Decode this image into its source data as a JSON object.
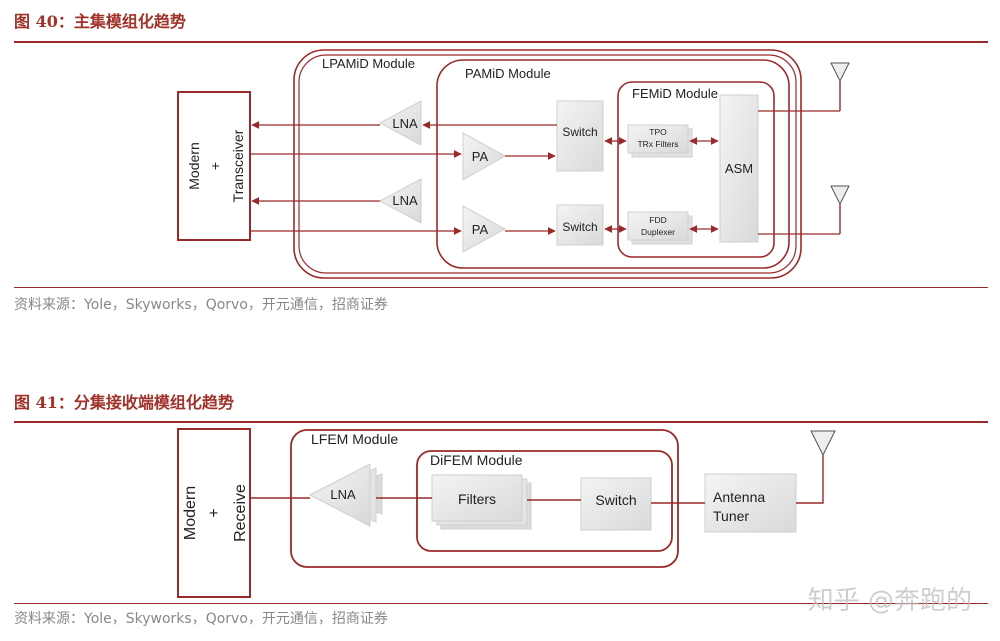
{
  "fig40": {
    "title": "图 40：主集模组化趋势",
    "transceiver_label_1": "Modern",
    "transceiver_label_2": "+",
    "transceiver_label_3": "Transceiver",
    "lpamid_label": "LPAMiD Module",
    "pamid_label": "PAMiD Module",
    "femid_label": "FEMiD Module",
    "lna_top": "LNA",
    "lna_bottom": "LNA",
    "pa_top": "PA",
    "pa_bottom": "PA",
    "switch_top": "Switch",
    "switch_bottom": "Switch",
    "tpo_line1": "TPO",
    "tpo_line2": "TRx Filters",
    "fdd_line1": "FDD",
    "fdd_line2": "Duplexer",
    "asm_label": "ASM",
    "source": "资料来源：Yole，Skyworks，Qorvo，开元通信，招商证券"
  },
  "fig41": {
    "title": "图 41：分集接收端模组化趋势",
    "receive_label_1": "Modern",
    "receive_label_2": "+",
    "receive_label_3": "Receive",
    "lfem_label": "LFEM Module",
    "difem_label": "DiFEM Module",
    "lna_label": "LNA",
    "filters_label": "Filters",
    "switch_label": "Switch",
    "tuner_line1": "Antenna",
    "tuner_line2": "Tuner",
    "source": "资料来源：Yole，Skyworks，Qorvo，开元通信，招商证券"
  },
  "watermark": "知乎 @奔跑的",
  "colors": {
    "accent": "#9a2a2a",
    "title": "#a0322a",
    "box_fill": "#e8e8e8"
  }
}
